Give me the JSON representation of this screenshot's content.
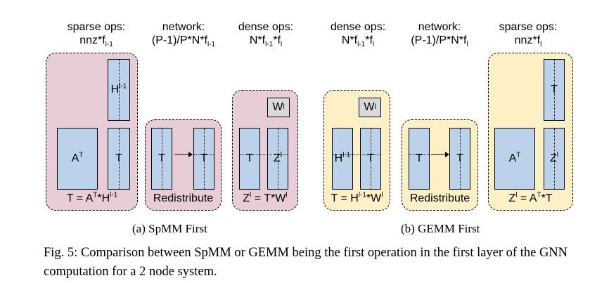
{
  "headers": {
    "h1": {
      "line1": "sparse ops:",
      "line2": "nnz*f",
      "line2_sub": "l-1"
    },
    "h2": {
      "line1": "network:",
      "line2": "(P-1)/P*N*f",
      "line2_sub": "l-1"
    },
    "h3": {
      "line1": "dense ops:",
      "line2a": "N*f",
      "sub_a": "l-1",
      "line2b": "*f",
      "sub_b": "l"
    },
    "h4": {
      "line1": "dense ops:",
      "line2a": "N*f",
      "sub_a": "l-1",
      "line2b": "*f",
      "sub_b": "l"
    },
    "h5": {
      "line1": "network:",
      "line2": "(P-1)/P*N*f",
      "line2_sub": "l"
    },
    "h6": {
      "line1": "sparse ops:",
      "line2": "nnz*f",
      "line2_sub": "l"
    }
  },
  "left": {
    "panel1": {
      "A": "A",
      "A_sup": "T",
      "H": "H",
      "H_sup": "l-1",
      "T": "T",
      "eq_a": "T = A",
      "eq_sup1": "T",
      "eq_b": "*H",
      "eq_sup2": "l-1"
    },
    "panel2": {
      "T1": "T",
      "T2": "T",
      "label": "Redistribute"
    },
    "panel3": {
      "W": "W",
      "W_sup": "l",
      "T": "T",
      "Z": "Z",
      "Z_sup": "l",
      "eq_a": "Z",
      "eq_sup1": "l",
      "eq_b": " = T*W",
      "eq_sup2": "l"
    },
    "caption": "(a) SpMM First"
  },
  "right": {
    "panel4": {
      "W": "W",
      "W_sup": "l",
      "H": "H",
      "H_sup": "l-1",
      "T": "T",
      "eq_a": "T = H",
      "eq_sup1": "l-1",
      "eq_b": "*W",
      "eq_sup2": "l"
    },
    "panel5": {
      "T1": "T",
      "T2": "T",
      "label": "Redistribute"
    },
    "panel6": {
      "T_top": "T",
      "A": "A",
      "A_sup": "T",
      "Z": "Z",
      "Z_sup": "l",
      "eq_a": "Z",
      "eq_sup1": "l",
      "eq_b": " = A",
      "eq_sup2": "T",
      "eq_c": "*T"
    },
    "caption": "(b) GEMM First"
  },
  "figure_caption": "Fig. 5: Comparison between SpMM or GEMM being the first operation in the first layer of the GNN computation for a 2 node system.",
  "colors": {
    "pink": "#e8ccd8",
    "yellow": "#fdf0c6",
    "matrix": "#bcd2ea",
    "weight": "#d9d9d9"
  }
}
